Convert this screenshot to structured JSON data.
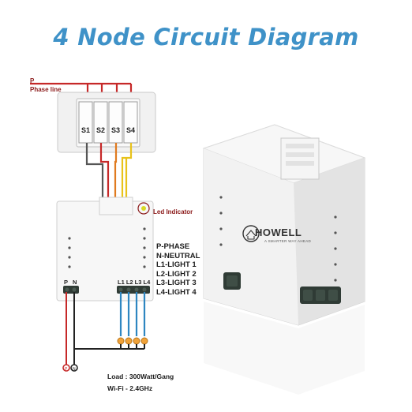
{
  "title": "4 Node Circuit Diagram",
  "phase_line": [
    "P",
    "Phase line"
  ],
  "switches": [
    "S1",
    "S2",
    "S3",
    "S4"
  ],
  "led_indicator": "Led Indicator",
  "legend": [
    "P-PHASE",
    "N-NEUTRAL",
    "L1-LIGHT 1",
    "L2-LIGHT 2",
    "L3-LIGHT 3",
    "L4-LIGHT 4"
  ],
  "terminals": {
    "p": "P",
    "n": "N",
    "lights": "L1 L2 L3 L4"
  },
  "load": "Load : 300Watt/Gang",
  "wifi": "Wi-Fi - 2.4GHz",
  "product": {
    "brand": "HOWELL",
    "tagline": "A SMARTER WAY AHEAD"
  },
  "colors": {
    "title": "#3f92c8",
    "phase_wire": "#c62828",
    "light_wire": "#2e86c1",
    "neutral_wire": "#222222",
    "label_red": "#8b1a1a",
    "yellow_wire": "#e8c21a",
    "orange_wire": "#e07a1f"
  }
}
